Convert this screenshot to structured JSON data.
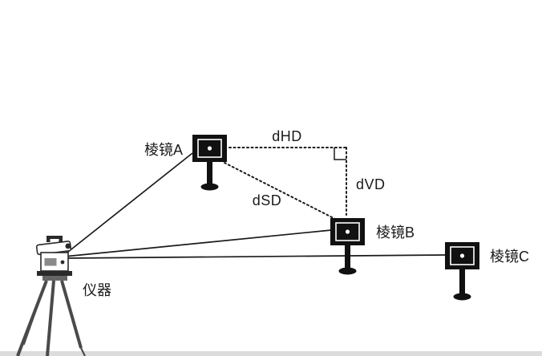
{
  "diagram": {
    "title_meaning": "Total station measuring between prisms",
    "labels": {
      "prism_a": "棱镜A",
      "prism_b": "棱镜B",
      "prism_c": "棱镜C",
      "instrument": "仪器",
      "dhd": "dHD",
      "dvd": "dVD",
      "dsd": "dSD"
    },
    "colors": {
      "line": "#1a1a1a",
      "prism_body": "#111111",
      "tripod": "#4a4a4a",
      "ground_strip": "#dcdcdc",
      "background": "#ffffff"
    }
  }
}
